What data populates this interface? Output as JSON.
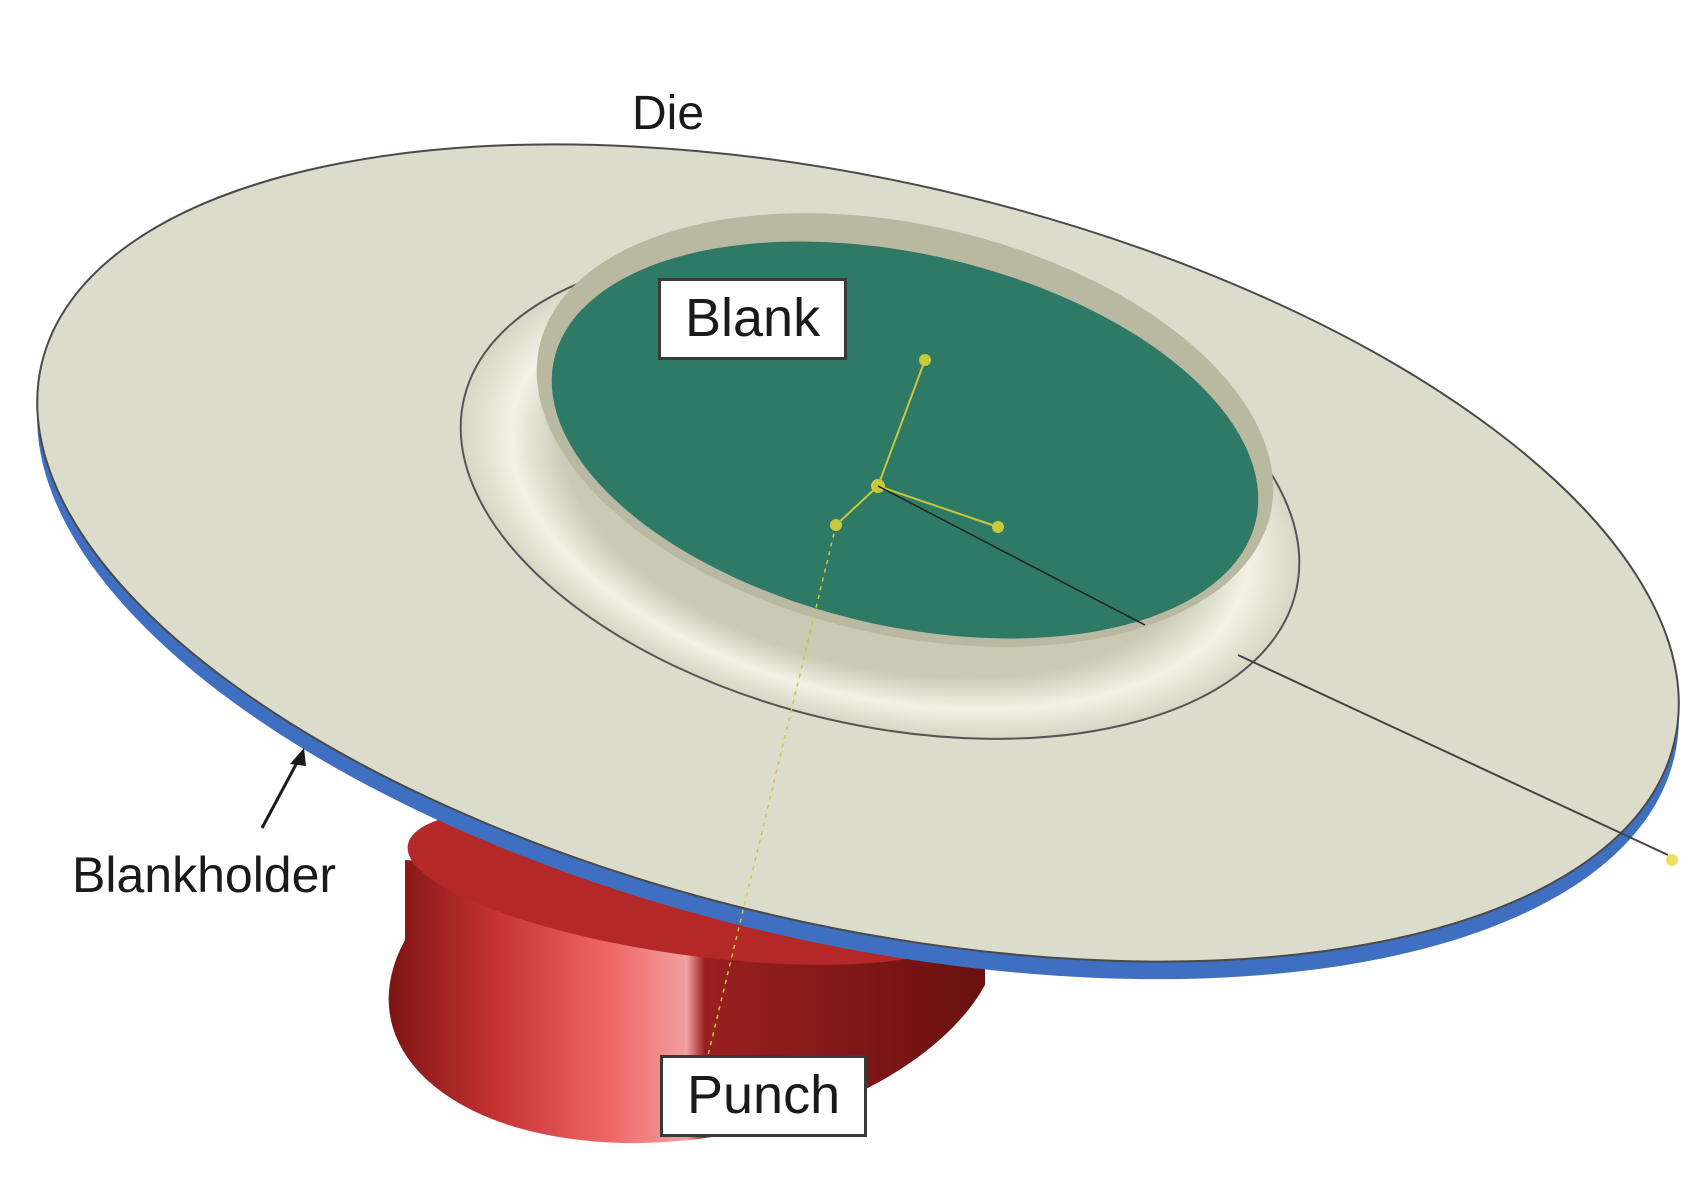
{
  "labels": {
    "die": "Die",
    "blank": "Blank",
    "blankholder": "Blankholder",
    "punch": "Punch"
  },
  "colors": {
    "die_surface": "#dcdccc",
    "blank": "#2f7a66",
    "blankholder": "#3f6fc0",
    "punch_light": "#e24a4a",
    "punch_dark": "#8f1a1a",
    "edge_lines": "#555555",
    "reference_axes": "#c8c83c"
  }
}
